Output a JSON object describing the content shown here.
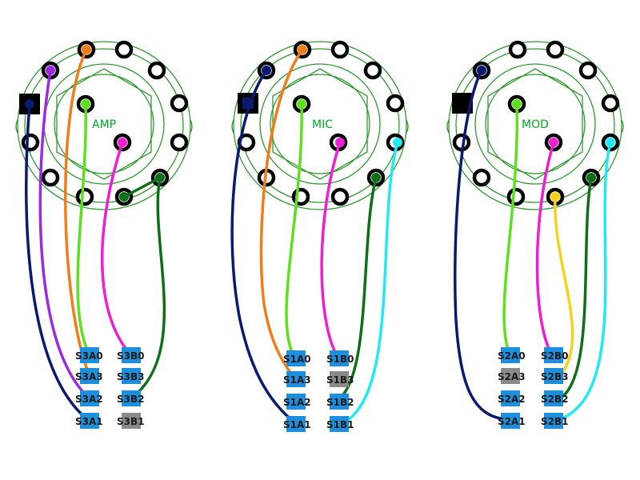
{
  "colors": {
    "outline": "#2e9a2e",
    "pad_blue": "#1e8fdc",
    "pad_gray": "#8a8a8a",
    "label_green": "#00aa22"
  },
  "switches": [
    {
      "id": "s3",
      "label": "AMP",
      "pins": {
        "a0": {
          "text": "S3A0",
          "pad": "blue"
        },
        "a3": {
          "text": "S3A3",
          "pad": "blue"
        },
        "a2": {
          "text": "S3A2",
          "pad": "blue"
        },
        "a1": {
          "text": "S3A1",
          "pad": "blue"
        },
        "b0": {
          "text": "S3B0",
          "pad": "blue"
        },
        "b3": {
          "text": "S3B3",
          "pad": "blue"
        },
        "b2": {
          "text": "S3B2",
          "pad": "blue"
        },
        "b1": {
          "text": "S3B1",
          "pad": "gray"
        }
      },
      "wires": [
        {
          "name": "navy",
          "color": "#0a1a6e"
        },
        {
          "name": "purple",
          "color": "#9b2be0"
        },
        {
          "name": "orange",
          "color": "#f07c1a"
        },
        {
          "name": "lime",
          "color": "#5de01f"
        },
        {
          "name": "magenta",
          "color": "#ee1fd2"
        },
        {
          "name": "darkgreen",
          "color": "#0f6e18"
        }
      ]
    },
    {
      "id": "s1",
      "label": "MIC",
      "pins": {
        "a0": {
          "text": "S1A0",
          "pad": "blue"
        },
        "a3": {
          "text": "S1A3",
          "pad": "blue"
        },
        "a2": {
          "text": "S1A2",
          "pad": "blue"
        },
        "a1": {
          "text": "S1A1",
          "pad": "blue"
        },
        "b0": {
          "text": "S1B0",
          "pad": "blue"
        },
        "b3": {
          "text": "S1B3",
          "pad": "gray"
        },
        "b2": {
          "text": "S1B2",
          "pad": "blue"
        },
        "b1": {
          "text": "S1B1",
          "pad": "blue"
        }
      },
      "wires": [
        {
          "name": "navy",
          "color": "#0a1a6e"
        },
        {
          "name": "orange",
          "color": "#f07c1a"
        },
        {
          "name": "lime",
          "color": "#5de01f"
        },
        {
          "name": "magenta",
          "color": "#ee1fd2"
        },
        {
          "name": "darkgreen",
          "color": "#0f6e18"
        },
        {
          "name": "cyan",
          "color": "#22eaf2"
        }
      ]
    },
    {
      "id": "s2",
      "label": "MOD",
      "pins": {
        "a0": {
          "text": "S2A0",
          "pad": "blue"
        },
        "a3": {
          "text": "S2A3",
          "pad": "gray"
        },
        "a2": {
          "text": "S2A2",
          "pad": "blue"
        },
        "a1": {
          "text": "S2A1",
          "pad": "blue"
        },
        "b0": {
          "text": "S2B0",
          "pad": "blue"
        },
        "b3": {
          "text": "S2B3",
          "pad": "blue"
        },
        "b2": {
          "text": "S2B2",
          "pad": "blue"
        },
        "b1": {
          "text": "S2B1",
          "pad": "blue"
        }
      },
      "wires": [
        {
          "name": "navy",
          "color": "#0a1a6e"
        },
        {
          "name": "lime",
          "color": "#5de01f"
        },
        {
          "name": "magenta",
          "color": "#ee1fd2"
        },
        {
          "name": "yellow",
          "color": "#f5d31c"
        },
        {
          "name": "darkgreen",
          "color": "#0f6e18"
        },
        {
          "name": "cyan",
          "color": "#22eaf2"
        }
      ]
    }
  ]
}
